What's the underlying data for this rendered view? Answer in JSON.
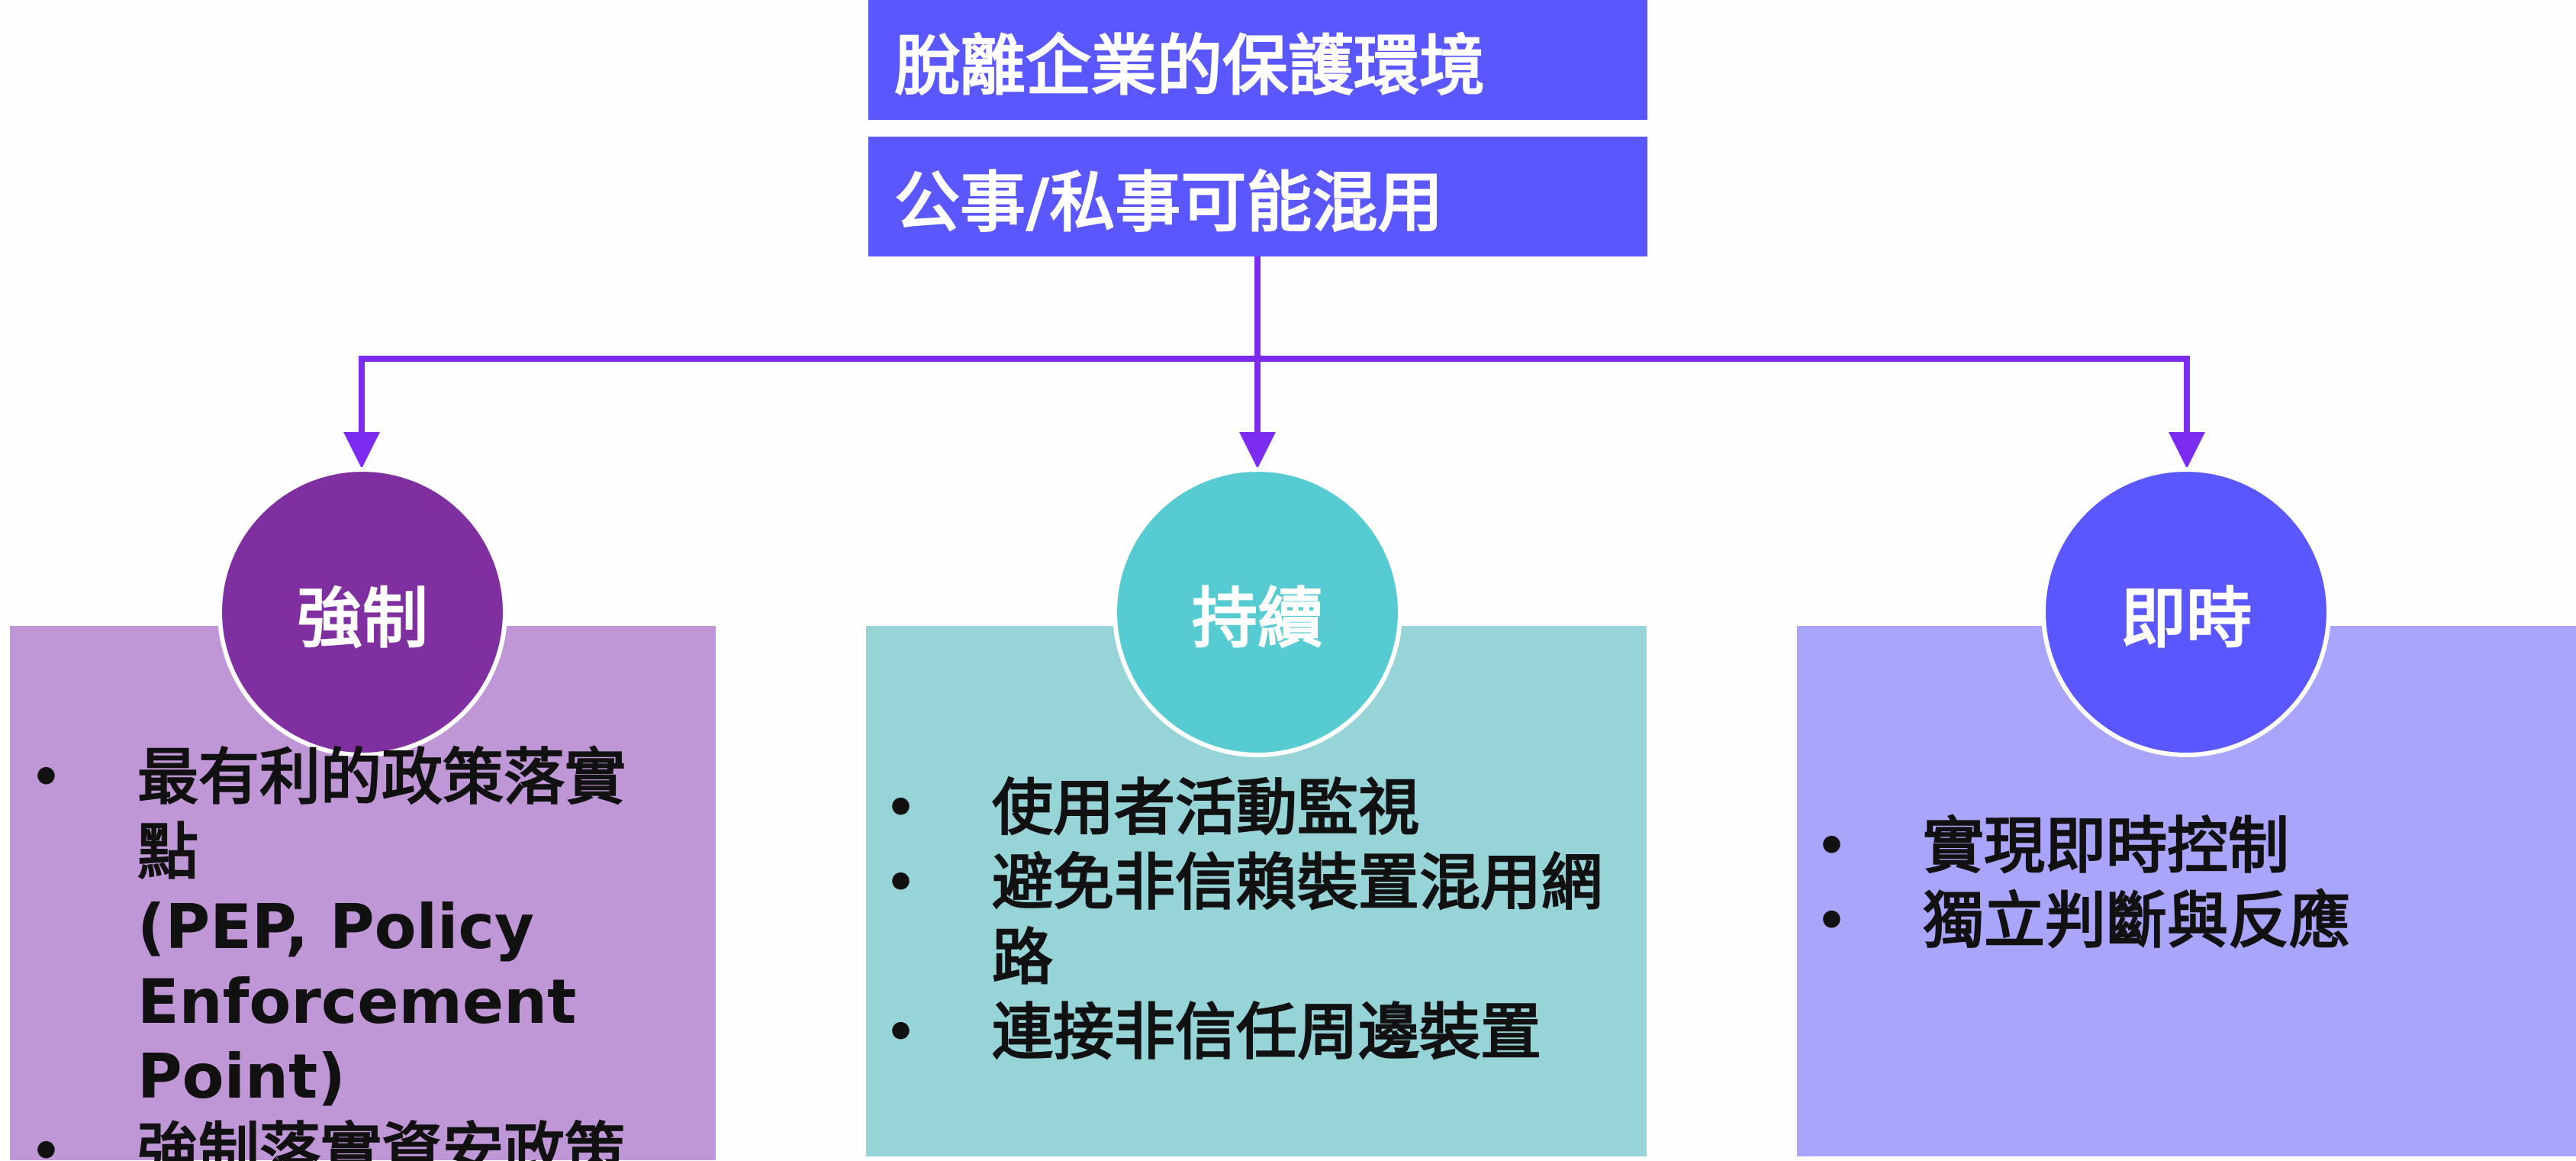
{
  "colors": {
    "top_box": "#5b57fe",
    "connector": "#7b2cf0",
    "enforce_circle": "#7f2fa0",
    "enforce_card": "#c097d6",
    "continuous_circle": "#56ccd2",
    "continuous_card": "#97d4d8",
    "realtime_circle": "#5b57fe",
    "realtime_card": "#a9a5fb"
  },
  "header": {
    "line1": "脫離企業的保護環境",
    "line2": "公事/私事可能混用"
  },
  "pillars": [
    {
      "title": "強制",
      "bullets": [
        {
          "lines": [
            "最有利的政策落實",
            "點",
            "(PEP, Policy",
            "Enforcement Point)"
          ]
        },
        {
          "lines": [
            "強制落實資安政策"
          ]
        }
      ]
    },
    {
      "title": "持續",
      "bullets": [
        {
          "lines": [
            "使用者活動監視"
          ]
        },
        {
          "lines": [
            "避免非信賴裝置混用網",
            "路"
          ]
        },
        {
          "lines": [
            "連接非信任周邊裝置"
          ]
        }
      ]
    },
    {
      "title": "即時",
      "bullets": [
        {
          "lines": [
            "實現即時控制"
          ]
        },
        {
          "lines": [
            "獨立判斷與反應"
          ]
        }
      ]
    }
  ]
}
